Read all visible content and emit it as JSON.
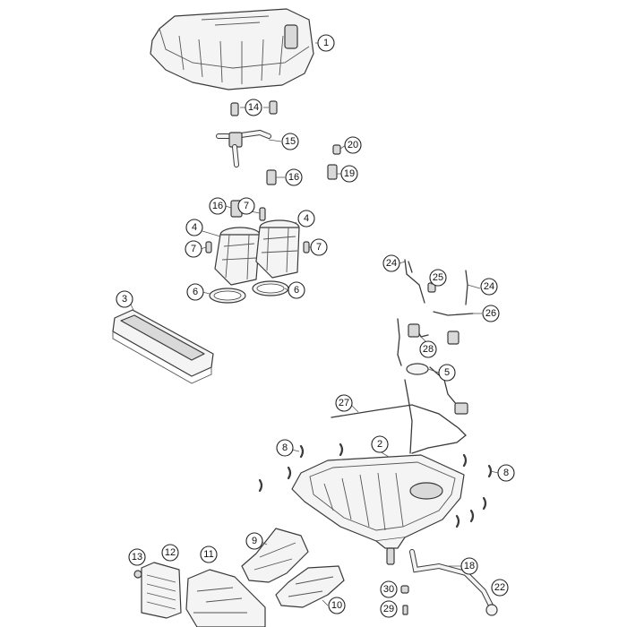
{
  "callouts": [
    {
      "id": "c1",
      "label": "1"
    },
    {
      "id": "c14",
      "label": "14"
    },
    {
      "id": "c15",
      "label": "15"
    },
    {
      "id": "c20",
      "label": "20"
    },
    {
      "id": "c16a",
      "label": "16"
    },
    {
      "id": "c19",
      "label": "19"
    },
    {
      "id": "c16b",
      "label": "16"
    },
    {
      "id": "c7a",
      "label": "7"
    },
    {
      "id": "c4a",
      "label": "4"
    },
    {
      "id": "c4b",
      "label": "4"
    },
    {
      "id": "c7b",
      "label": "7"
    },
    {
      "id": "c7c",
      "label": "7"
    },
    {
      "id": "c6a",
      "label": "6"
    },
    {
      "id": "c6b",
      "label": "6"
    },
    {
      "id": "c3",
      "label": "3"
    },
    {
      "id": "c24a",
      "label": "24"
    },
    {
      "id": "c25",
      "label": "25"
    },
    {
      "id": "c24b",
      "label": "24"
    },
    {
      "id": "c26",
      "label": "26"
    },
    {
      "id": "c28",
      "label": "28"
    },
    {
      "id": "c5",
      "label": "5"
    },
    {
      "id": "c27",
      "label": "27"
    },
    {
      "id": "c8a",
      "label": "8"
    },
    {
      "id": "c2",
      "label": "2"
    },
    {
      "id": "c8b",
      "label": "8"
    },
    {
      "id": "c9",
      "label": "9"
    },
    {
      "id": "c13",
      "label": "13"
    },
    {
      "id": "c12",
      "label": "12"
    },
    {
      "id": "c11",
      "label": "11"
    },
    {
      "id": "c18",
      "label": "18"
    },
    {
      "id": "c30",
      "label": "30"
    },
    {
      "id": "c22",
      "label": "22"
    },
    {
      "id": "c10",
      "label": "10"
    },
    {
      "id": "c29",
      "label": "29"
    }
  ]
}
